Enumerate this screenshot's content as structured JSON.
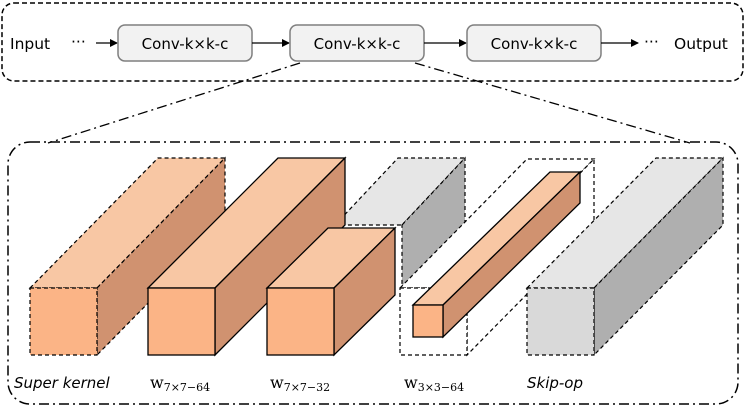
{
  "pipeline": {
    "input_label": "Input",
    "output_label": "Output",
    "ellipsis": "···",
    "blocks": [
      {
        "label": "Conv-k×k-c"
      },
      {
        "label": "Conv-k×k-c"
      },
      {
        "label": "Conv-k×k-c"
      }
    ]
  },
  "kernels": [
    {
      "caption": "Super kernel"
    },
    {
      "caption_main": "w",
      "caption_sub": "7×7−64"
    },
    {
      "caption_main": "w",
      "caption_sub": "7×7−32"
    },
    {
      "caption_main": "w",
      "caption_sub": "3×3−64"
    },
    {
      "caption": "Skip-op"
    }
  ],
  "colors": {
    "orange_front": "#FBB486",
    "orange_top": "#F8C7A4",
    "orange_side": "#D09270",
    "gray_front": "#D9D9D9",
    "gray_top": "#E6E6E6",
    "gray_side": "#AFAFAF",
    "block_fill": "#F2F2F2",
    "block_stroke": "#7F7F7F"
  }
}
